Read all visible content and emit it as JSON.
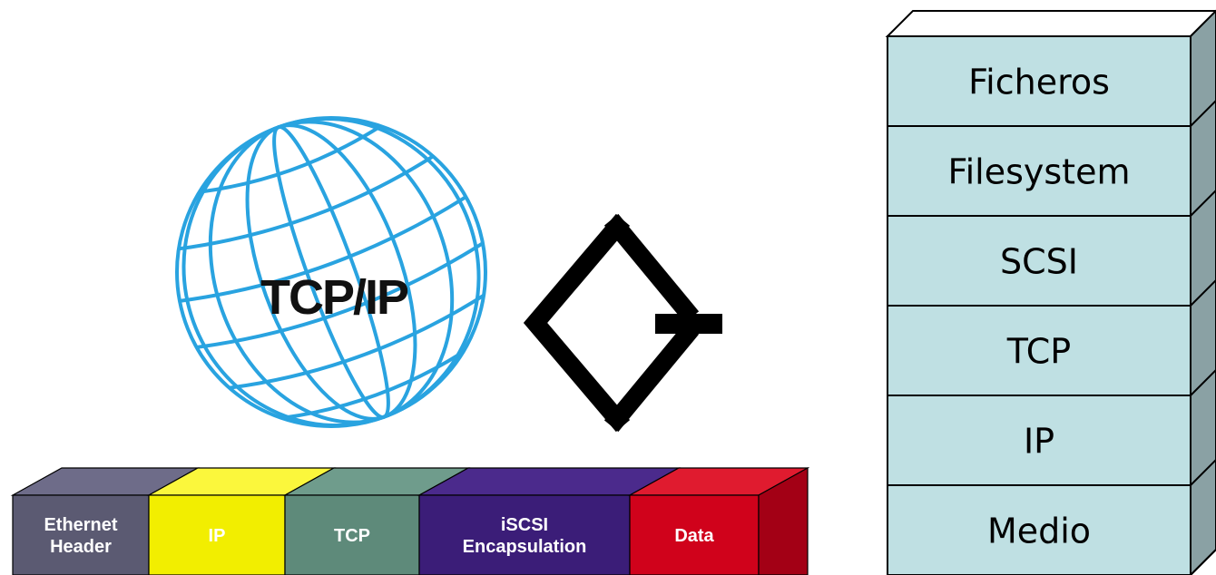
{
  "globe": {
    "label": "TCP/IP",
    "line_color": "#29a3e0"
  },
  "packet": {
    "segments": [
      {
        "lines": [
          "Ethernet",
          "Header"
        ],
        "face": "#5b5a72",
        "top": "#6e6c89",
        "text": "#ffffff"
      },
      {
        "lines": [
          "IP"
        ],
        "face": "#f2ee00",
        "top": "#fbf73c",
        "text": "#ffffff"
      },
      {
        "lines": [
          "TCP"
        ],
        "face": "#5e8a7a",
        "top": "#6f9c8c",
        "text": "#ffffff"
      },
      {
        "lines": [
          "iSCSI",
          "Encapsulation"
        ],
        "face": "#3b1d78",
        "top": "#4b2a8c",
        "text": "#ffffff"
      },
      {
        "lines": [
          "Data"
        ],
        "face": "#d0021b",
        "top": "#e01b2f",
        "text": "#ffffff"
      }
    ],
    "side_color": "#a30015"
  },
  "stack": {
    "layers": [
      "Ficheros",
      "Filesystem",
      "SCSI",
      "TCP",
      "IP",
      "Medio"
    ],
    "face_color": "#bfe0e3",
    "side_color": "#8aa1a4",
    "top_color": "#ffffff"
  },
  "logo": {
    "name": "iscsi-logo"
  }
}
